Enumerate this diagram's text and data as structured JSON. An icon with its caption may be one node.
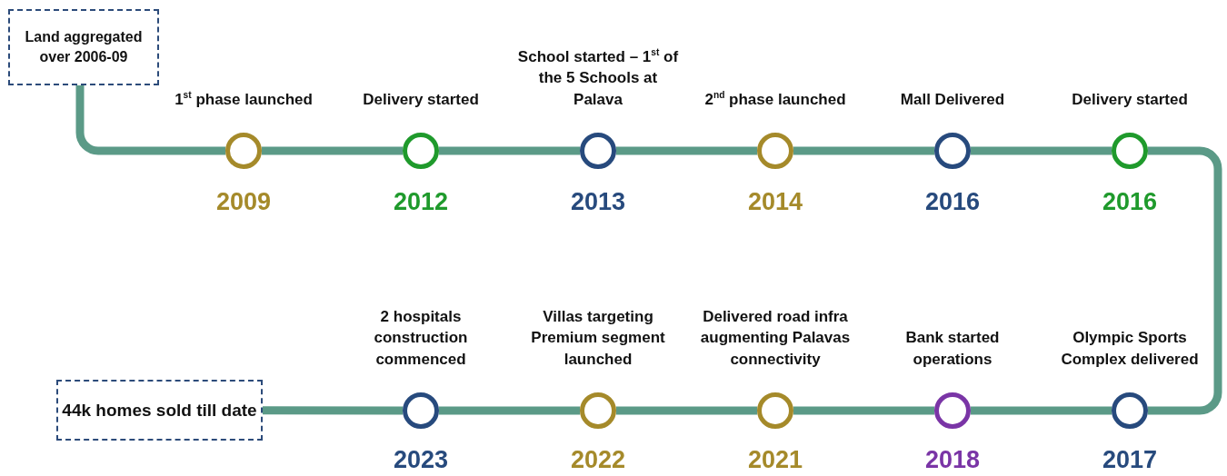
{
  "diagram": {
    "nodes": [
      {
        "text": [
          "Land aggregated over 2006-09"
        ]
      },
      {
        "text": [],
        "shape": "circle",
        "beside": [
          "1$^{st}$ phase launched",
          "2009"
        ]
      },
      {
        "text": [],
        "shape": "circle",
        "beside": [
          "Delivery started",
          "2012"
        ]
      },
      {
        "text": [],
        "shape": "circle",
        "beside": [
          "School started – 1$^{st}$ of the 5 Schools at Palava",
          "2013"
        ]
      },
      {
        "text": [],
        "shape": "circle",
        "beside": [
          "2$^{nd}$ phase launched",
          "2014"
        ]
      },
      {
        "text": [],
        "shape": "circle",
        "beside": [
          "Mall Delivered",
          "2016"
        ]
      },
      {
        "text": [],
        "shape": "circle",
        "beside": [
          "Delivery started",
          "2016"
        ]
      },
      {
        "text": [],
        "shape": "circle",
        "beside": [
          "Olympic Sports Complex delivered",
          "2017"
        ]
      },
      {
        "text": [],
        "shape": "circle",
        "beside": [
          "Bank started operations",
          "2018"
        ]
      },
      {
        "text": [],
        "shape": "circle",
        "beside": [
          "Delivered road infra augmenting Palavas connectivity",
          "2021"
        ]
      },
      {
        "text": [],
        "shape": "circle",
        "beside": [
          "Villas targeting Premium segment launched",
          "2022"
        ]
      },
      {
        "text": [],
        "shape": "circle",
        "beside": [
          "2 hospitals construction commenced",
          "2023"
        ]
      },
      {
        "text": [
          "44k homes sold till date"
        ]
      }
    ],
    "edges": [
      {
        "from": 0,
        "to": 1,
        "arrow": "none"
      },
      {
        "from": 1,
        "to": 2,
        "arrow": "none"
      },
      {
        "from": 2,
        "to": 3,
        "arrow": "none"
      },
      {
        "from": 3,
        "to": 4,
        "arrow": "none"
      },
      {
        "from": 4,
        "to": 5,
        "arrow": "none"
      },
      {
        "from": 5,
        "to": 6,
        "arrow": "none"
      },
      {
        "from": 6,
        "to": 7,
        "arrow": "none"
      },
      {
        "from": 7,
        "to": 8,
        "arrow": "none"
      },
      {
        "from": 8,
        "to": 9,
        "arrow": "none"
      },
      {
        "from": 9,
        "to": 10,
        "arrow": "none"
      },
      {
        "from": 10,
        "to": 11,
        "arrow": "none"
      },
      {
        "from": 11,
        "to": 12,
        "arrow": "none"
      }
    ]
  }
}
